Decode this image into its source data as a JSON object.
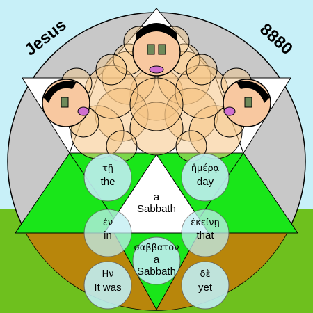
{
  "labels": {
    "left_corner": "Jesus",
    "right_corner": "8880"
  },
  "words": [
    {
      "id": "w1",
      "greek": "τῇ",
      "english": "the"
    },
    {
      "id": "w2",
      "greek": "ἡμέρᾳ",
      "english": "day"
    },
    {
      "id": "w3",
      "greek": "",
      "english": "a"
    },
    {
      "id": "w3b",
      "greek": "",
      "english": "Sabbath"
    },
    {
      "id": "w4",
      "greek": "ἐν",
      "english": "in"
    },
    {
      "id": "w5",
      "greek": "ἐκείνῃ",
      "english": "that"
    },
    {
      "id": "w6",
      "greek": "σαββατον",
      "english": "a"
    },
    {
      "id": "w6b",
      "greek": "",
      "english": "Sabbath"
    },
    {
      "id": "w7",
      "greek": "Ην",
      "english": "It was"
    },
    {
      "id": "w8",
      "greek": "δὲ",
      "english": "yet"
    }
  ],
  "colors": {
    "sky": "#c8f0f8",
    "disc": "#c8c8c8",
    "grass": "#6ec01e",
    "earth": "#b8860b",
    "green_triangle": "#19e619",
    "word_circle": "#c0eef2",
    "petal": "#f5c585",
    "face_circle": "#f8c8a0",
    "white": "#ffffff",
    "black": "#000000"
  }
}
